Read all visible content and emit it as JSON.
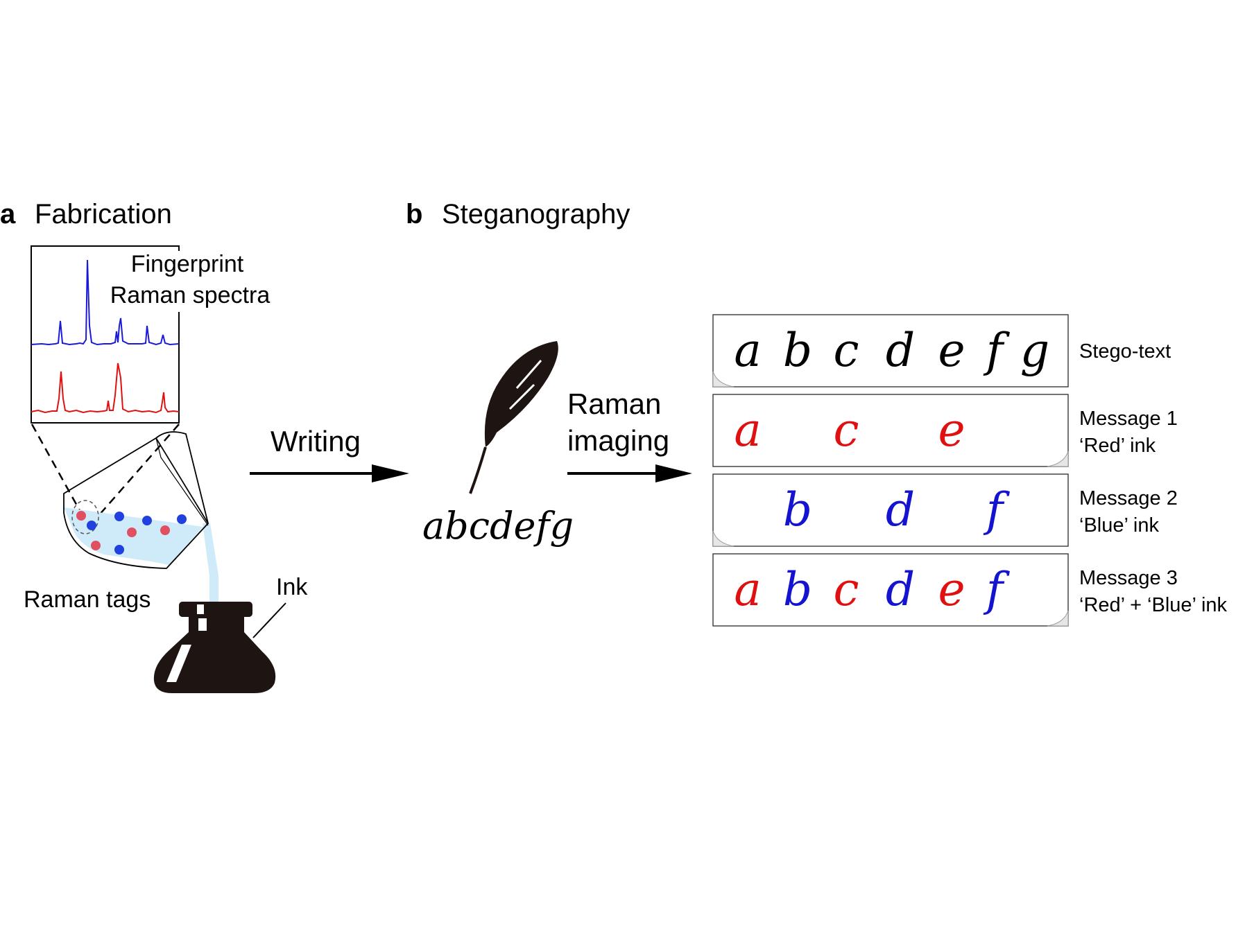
{
  "panel_a": {
    "letter": "a",
    "title": "Fabrication",
    "spectra_label_line1": "Fingerprint",
    "spectra_label_line2": "Raman spectra",
    "tags_label": "Raman tags",
    "ink_label": "Ink"
  },
  "arrow_writing": {
    "label": "Writing"
  },
  "panel_b": {
    "letter": "b",
    "title": "Steganography",
    "handwriting": "abcdefg",
    "imaging_label_line1": "Raman",
    "imaging_label_line2": "imaging"
  },
  "colors": {
    "red": "#e01010",
    "blue": "#1414d0",
    "black": "#000000",
    "liquid": "#cfeaf8"
  },
  "rows": [
    {
      "label_line1": "Stego-text",
      "label_line2": "",
      "letters": [
        {
          "char": "a",
          "color": "#000000"
        },
        {
          "char": "b",
          "color": "#000000"
        },
        {
          "char": "c",
          "color": "#000000"
        },
        {
          "char": "d",
          "color": "#000000"
        },
        {
          "char": "e",
          "color": "#000000"
        },
        {
          "char": "f",
          "color": "#000000"
        },
        {
          "char": "g",
          "color": "#000000"
        }
      ]
    },
    {
      "label_line1": "Message 1",
      "label_line2": "‘Red’ ink",
      "letters": [
        {
          "char": "a",
          "color": "#e01010"
        },
        {
          "char": "",
          "color": ""
        },
        {
          "char": "c",
          "color": "#e01010"
        },
        {
          "char": "",
          "color": ""
        },
        {
          "char": "e",
          "color": "#e01010"
        },
        {
          "char": "",
          "color": ""
        },
        {
          "char": "",
          "color": ""
        }
      ]
    },
    {
      "label_line1": "Message 2",
      "label_line2": "‘Blue’ ink",
      "letters": [
        {
          "char": "",
          "color": ""
        },
        {
          "char": "b",
          "color": "#1414d0"
        },
        {
          "char": "",
          "color": ""
        },
        {
          "char": "d",
          "color": "#1414d0"
        },
        {
          "char": "",
          "color": ""
        },
        {
          "char": "f",
          "color": "#1414d0"
        },
        {
          "char": "",
          "color": ""
        }
      ]
    },
    {
      "label_line1": "Message 3",
      "label_line2": "‘Red’ + ‘Blue’ ink",
      "letters": [
        {
          "char": "a",
          "color": "#e01010"
        },
        {
          "char": "b",
          "color": "#1414d0"
        },
        {
          "char": "c",
          "color": "#e01010"
        },
        {
          "char": "d",
          "color": "#1414d0"
        },
        {
          "char": "e",
          "color": "#e01010"
        },
        {
          "char": "f",
          "color": "#1414d0"
        },
        {
          "char": "",
          "color": ""
        }
      ]
    }
  ]
}
